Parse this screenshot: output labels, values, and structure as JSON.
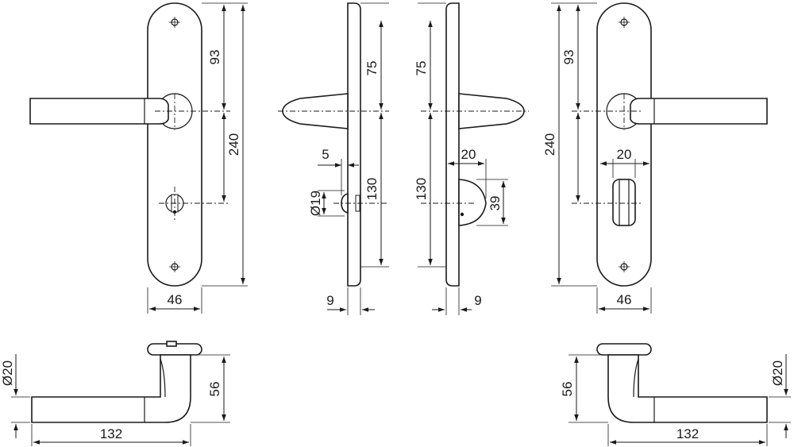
{
  "dimensions": {
    "upper_spacing": "93",
    "plate_length": "240",
    "plate_width": "46",
    "lever_to_edge": "75",
    "lever_to_key": "130",
    "plate_thickness": "9",
    "thumbturn_offset": "5",
    "thumbturn_diameter": "Ø19",
    "thumbturn_width": "20",
    "thumbturn_height": "39",
    "lever_projection": "56",
    "lever_diameter": "Ø20",
    "lever_length": "132"
  }
}
